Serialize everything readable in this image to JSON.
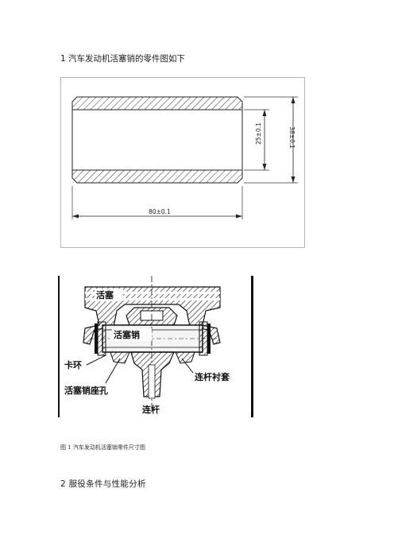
{
  "section1_heading": "1 汽车发动机活塞销的零件图如下",
  "drawing": {
    "dim_length": "80±0.1",
    "dim_inner": "25±0.1",
    "dim_outer": "38±0.1"
  },
  "assembly": {
    "label_piston": "活塞",
    "label_pin": "活塞销",
    "label_clip": "卡环",
    "label_pin_seat": "活塞销座孔",
    "label_bushing": "连杆衬套",
    "label_rod": "连杆"
  },
  "figure_caption": "图 1 汽车发动机活塞销零件尺寸图",
  "section2_heading": "2    服役条件与性能分析"
}
